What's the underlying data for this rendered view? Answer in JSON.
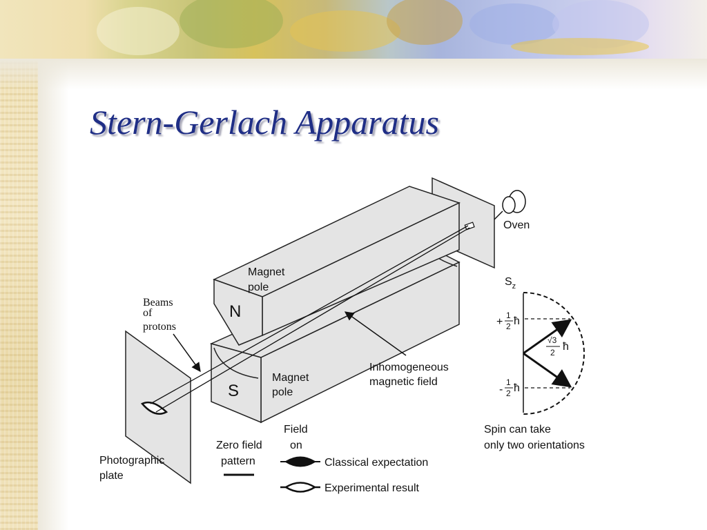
{
  "slide": {
    "title": "Stern-Gerlach Apparatus"
  },
  "labels": {
    "magnet_pole_n_1": "Magnet",
    "magnet_pole_n_2": "pole",
    "magnet_pole_s_1": "Magnet",
    "magnet_pole_s_2": "pole",
    "n_letter": "N",
    "s_letter": "S",
    "beams_1": "Beams",
    "beams_2": "of",
    "beams_3": "protons",
    "oven": "Oven",
    "inhomogeneous_1": "Inhomogeneous",
    "inhomogeneous_2": "magnetic field",
    "photographic_1": "Photographic",
    "photographic_2": "plate",
    "zero_field_1": "Zero field",
    "zero_field_2": "pattern",
    "field_on_1": "Field",
    "field_on_2": "on",
    "classical": "Classical expectation",
    "experimental": "Experimental result",
    "spin_1": "Spin can take",
    "spin_2": "only two orientations",
    "sz_s": "S",
    "sz_sub": "z",
    "plus_sign": "+",
    "minus_sign": "-",
    "half_num_top": "1",
    "half_den_top": "2",
    "hbar_top": "ħ",
    "half_num_bot": "1",
    "half_den_bot": "2",
    "hbar_bot": "ħ",
    "sqrt_num": "√3",
    "sqrt_den": "2",
    "hbar_mid": "ħ"
  },
  "colors": {
    "title": "#1f2e86",
    "title_shadow": "#a8a8b8",
    "magnet_fill": "#e4e4e4",
    "magnet_stroke": "#222222"
  }
}
